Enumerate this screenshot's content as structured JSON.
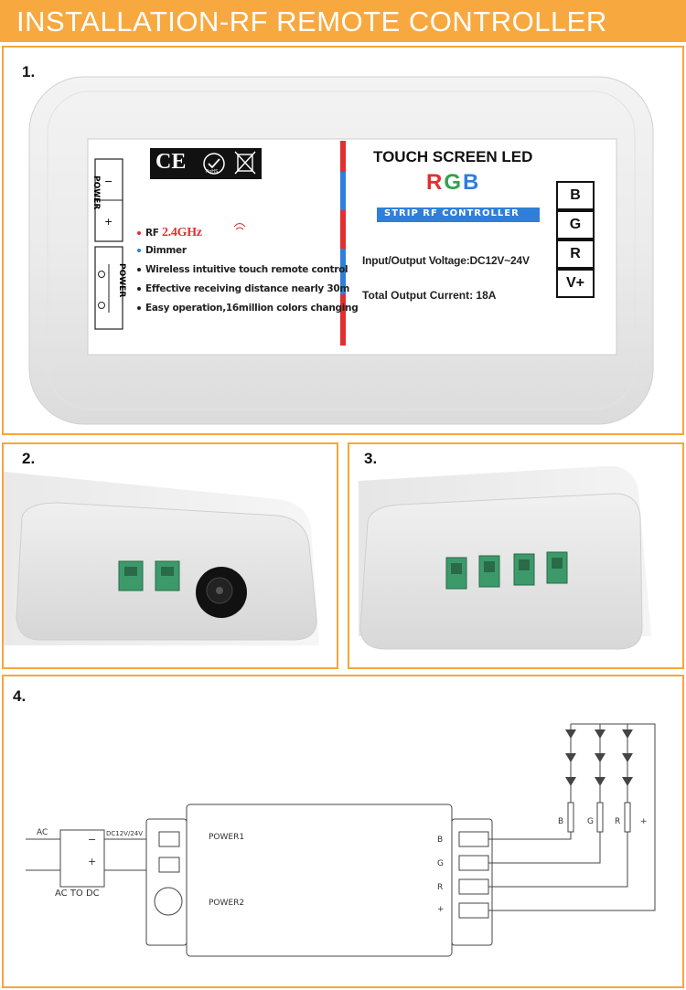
{
  "banner": {
    "title": "INSTALLATION-RF REMOTE CONTROLLER"
  },
  "panels": [
    {
      "number": "1."
    },
    {
      "number": "2."
    },
    {
      "number": "3."
    },
    {
      "number": "4."
    }
  ],
  "label": {
    "left_title_1": "POWER",
    "minus": "−",
    "plus": "+",
    "left_title_2": "POWER",
    "rf_prefix": "RF",
    "rf_freq": "2.4GHz",
    "features": [
      "Dimmer",
      "Wireless intuitive touch remote control",
      "Effective receiving distance nearly 30m",
      "Easy operation,16million colors changing"
    ],
    "cert_ce": "CE",
    "cert_rohs": "RoHS",
    "title": "TOUCH SCREEN LED",
    "rgb": [
      "R",
      "G",
      "B"
    ],
    "subtitle": "STRIP RF CONTROLLER",
    "voltage": "Input/Output Voltage:DC12V~24V",
    "current": "Total Output Current:  18A",
    "terminals": [
      "B",
      "G",
      "R",
      "V+"
    ]
  },
  "diagram": {
    "ac": "AC",
    "ac_to_dc": "AC TO DC",
    "minus": "−",
    "plus": "+",
    "dc": "DC12V/24V",
    "power1": "POWER1",
    "power2": "POWER2",
    "channels": [
      "B",
      "G",
      "R",
      "+"
    ],
    "strip_labels": [
      "B",
      "G",
      "R",
      "+"
    ]
  },
  "colors": {
    "banner": "#f7a940",
    "border": "#f5a63a",
    "red": "#e03030",
    "green": "#2ea34a",
    "blue": "#2f7fd8",
    "terminal_green": "#3c9a6a"
  }
}
